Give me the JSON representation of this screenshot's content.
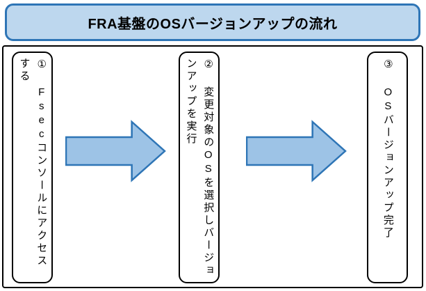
{
  "title": "FRA基盤のOSバージョンアップの流れ",
  "steps": [
    {
      "label": "① Fsecコンソールにアクセスする"
    },
    {
      "label": "② 変更対象のOSを選択しバージョンアップを実行"
    },
    {
      "label": "③ OSバージョンアップ完了"
    }
  ],
  "icons": {
    "arrow": "right-block-arrow-icon"
  },
  "colors": {
    "banner_fill": "#BDD7EE",
    "banner_border": "#2E75B6",
    "arrow_fill": "#9DC3E6",
    "arrow_border": "#2E75B6",
    "box_border": "#000000",
    "background": "#FFFFFF"
  }
}
